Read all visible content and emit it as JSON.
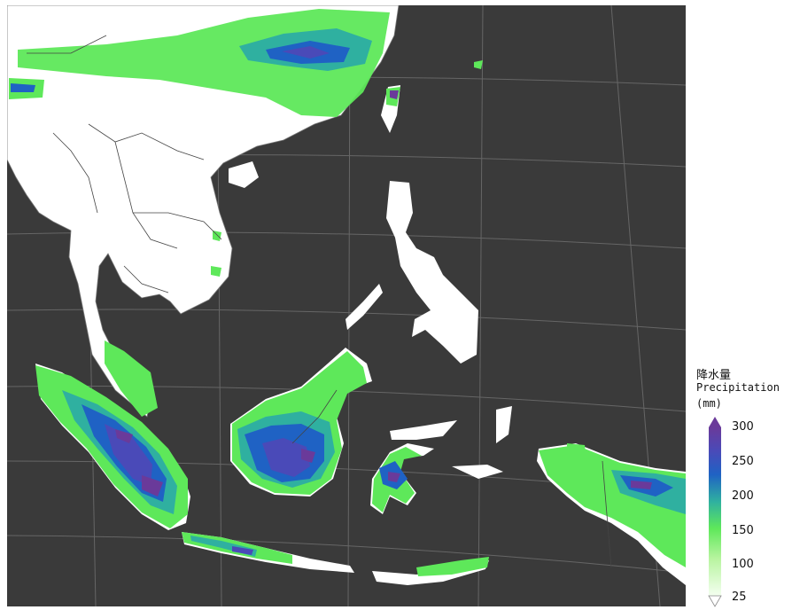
{
  "legend": {
    "title_jp": "降水量",
    "title_en": "Precipitation",
    "unit": "(mm)",
    "ticks": [
      {
        "label": "300",
        "value": 300
      },
      {
        "label": "250",
        "value": 250
      },
      {
        "label": "200",
        "value": 200
      },
      {
        "label": "150",
        "value": 150
      },
      {
        "label": "100",
        "value": 100
      },
      {
        "label": "25",
        "value": 25
      }
    ],
    "color_stops": [
      {
        "value": 25,
        "color": "#f4fff0"
      },
      {
        "value": 60,
        "color": "#b8f4a0"
      },
      {
        "value": 100,
        "color": "#5ee85a"
      },
      {
        "value": 150,
        "color": "#2fb0a0"
      },
      {
        "value": 200,
        "color": "#1f62c4"
      },
      {
        "value": 250,
        "color": "#4a4ab8"
      },
      {
        "value": 300,
        "color": "#6a3a9a"
      }
    ],
    "max_arrow_color": "#6a3a9a",
    "min_arrow_color": "#ffffff"
  },
  "colors": {
    "ocean": "#3a3a3a",
    "land": "#ffffff",
    "borders": "#555555",
    "graticule": "#666666"
  }
}
